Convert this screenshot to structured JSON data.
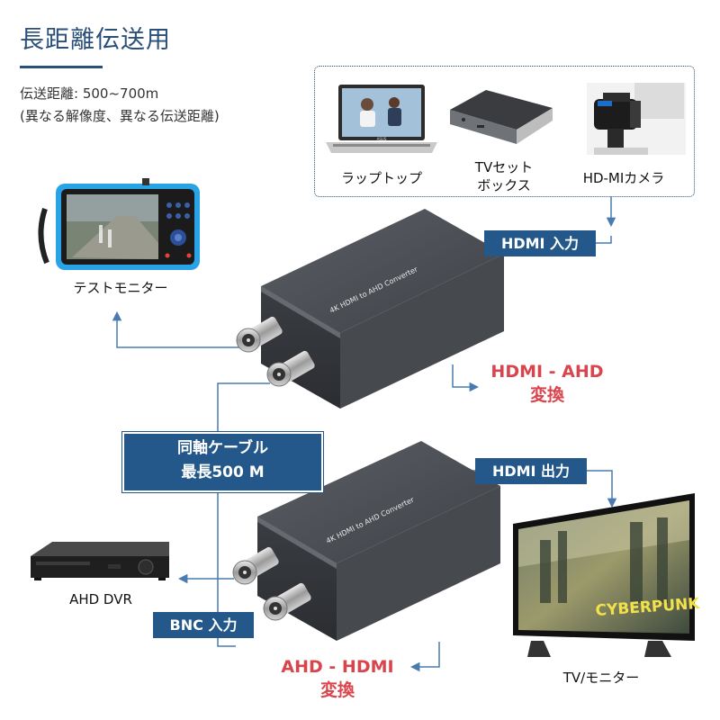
{
  "header": {
    "title": "長距離伝送用",
    "subtitle_line1": "伝送距離: 500~700m",
    "subtitle_line2": "(異なる解像度、異なる伝送距離)"
  },
  "sources": {
    "laptop": "ラップトップ",
    "settop_line1": "TVセット",
    "settop_line2": "ボックス",
    "camera": "HD-MIカメラ"
  },
  "devices": {
    "test_monitor": "テストモニター",
    "ahd_dvr": "AHD DVR",
    "tv_monitor": "TV/モニター",
    "converter_text": "4K HDMI to AHD Converter",
    "screen_text": "CYBERPUNK",
    "laptop_brand": "ASUS"
  },
  "tags": {
    "hdmi_in": "HDMI 入力",
    "hdmi_out": "HDMI 出力",
    "bnc_in": "BNC 入力",
    "coax_line1": "同軸ケーブル",
    "coax_line2": "最長500 M"
  },
  "conversions": {
    "top_line1": "HDMI - AHD",
    "top_line2": "変換",
    "bottom_line1": "AHD - HDMI",
    "bottom_line2": "変換"
  },
  "colors": {
    "accent_blue": "#24588a",
    "conversion_red": "#d9454c",
    "device_gray": "#4a4d52"
  }
}
